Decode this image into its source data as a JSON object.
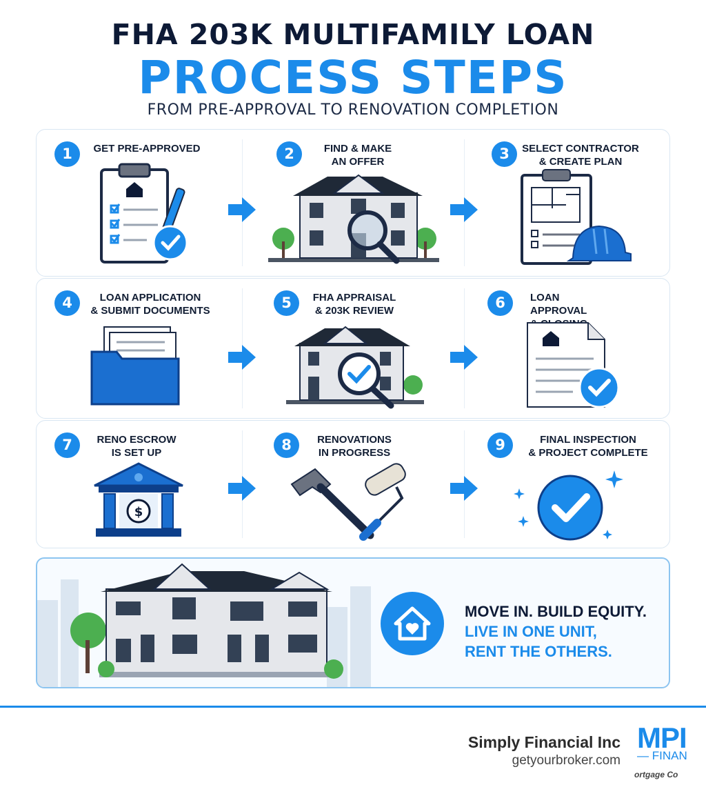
{
  "header": {
    "title_line1": "FHA 203K MULTIFAMILY LOAN",
    "title_line2": "PROCESS STEPS",
    "subtitle": "FROM PRE-APPROVAL TO RENOVATION COMPLETION"
  },
  "steps": [
    {
      "number": "1",
      "line1": "GET PRE-APPROVED",
      "line2": "",
      "icon": "clipboard-checklist-icon"
    },
    {
      "number": "2",
      "line1": "FIND & MAKE",
      "line2": "AN OFFER",
      "icon": "house-magnifier-icon"
    },
    {
      "number": "3",
      "line1": "SELECT CONTRACTOR",
      "line2": "& CREATE PLAN",
      "icon": "blueprint-hardhat-icon"
    },
    {
      "number": "4",
      "line1": "LOAN APPLICATION",
      "line2": "& SUBMIT DOCUMENTS",
      "icon": "folder-documents-icon"
    },
    {
      "number": "5",
      "line1": "FHA APPRAISAL",
      "line2": "& 203K REVIEW",
      "icon": "house-check-magnifier-icon"
    },
    {
      "number": "6",
      "line1": "LOAN APPROVAL",
      "line2": "& CLOSING",
      "icon": "approved-document-icon"
    },
    {
      "number": "7",
      "line1": "RENO ESCROW",
      "line2": "IS SET UP",
      "icon": "bank-dollar-icon"
    },
    {
      "number": "8",
      "line1": "RENOVATIONS",
      "line2": "IN PROGRESS",
      "icon": "hammer-roller-icon"
    },
    {
      "number": "9",
      "line1": "FINAL INSPECTION",
      "line2": "& PROJECT COMPLETE",
      "icon": "checkmark-sparkles-icon"
    }
  ],
  "cta": {
    "line1": "MOVE IN. BUILD EQUITY.",
    "line2": "LIVE IN ONE UNIT,",
    "line3": "RENT THE OTHERS."
  },
  "footer": {
    "company_name": "Simply Financial Inc",
    "website": "getyourbroker.com",
    "logo_mark": "MPI",
    "logo_sub": "— FINAN",
    "logo_tagline": "ortgage Co"
  },
  "colors": {
    "accent": "#1b8bea",
    "navy": "#0d1a36",
    "border": "#d9e6f2"
  }
}
